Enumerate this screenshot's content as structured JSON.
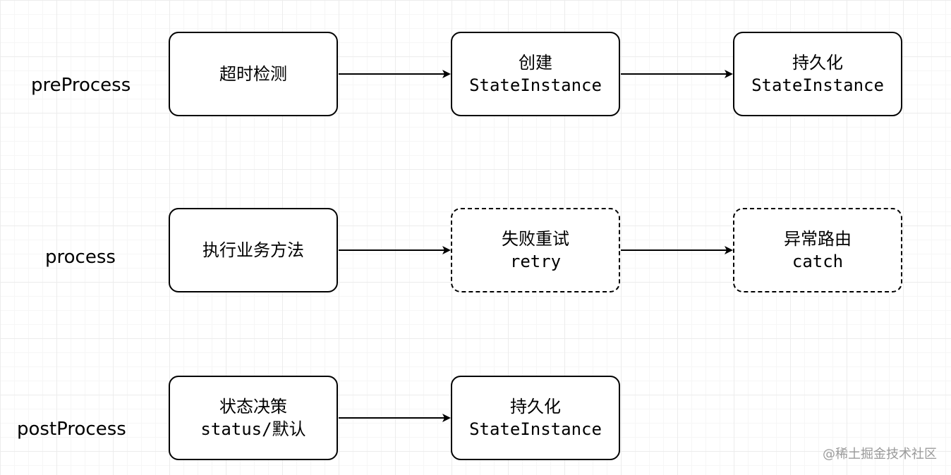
{
  "rows": [
    {
      "label": "preProcess",
      "nodes": [
        {
          "lines": [
            "超时检测"
          ]
        },
        {
          "lines": [
            "创建",
            "StateInstance"
          ]
        },
        {
          "lines": [
            "持久化",
            "StateInstance"
          ]
        }
      ]
    },
    {
      "label": "process",
      "nodes": [
        {
          "lines": [
            "执行业务方法"
          ]
        },
        {
          "lines": [
            "失败重试",
            "retry"
          ],
          "style": "dashed"
        },
        {
          "lines": [
            "异常路由",
            "catch"
          ],
          "style": "dashed"
        }
      ]
    },
    {
      "label": "postProcess",
      "nodes": [
        {
          "lines": [
            "状态决策",
            "status/默认"
          ]
        },
        {
          "lines": [
            "持久化",
            "StateInstance"
          ]
        }
      ]
    }
  ],
  "watermark": "@稀土掘金技术社区",
  "colors": {
    "stroke": "#000000",
    "node_fill": "#ffffff",
    "grid": "#ececec",
    "watermark": "#9a9a9a"
  }
}
